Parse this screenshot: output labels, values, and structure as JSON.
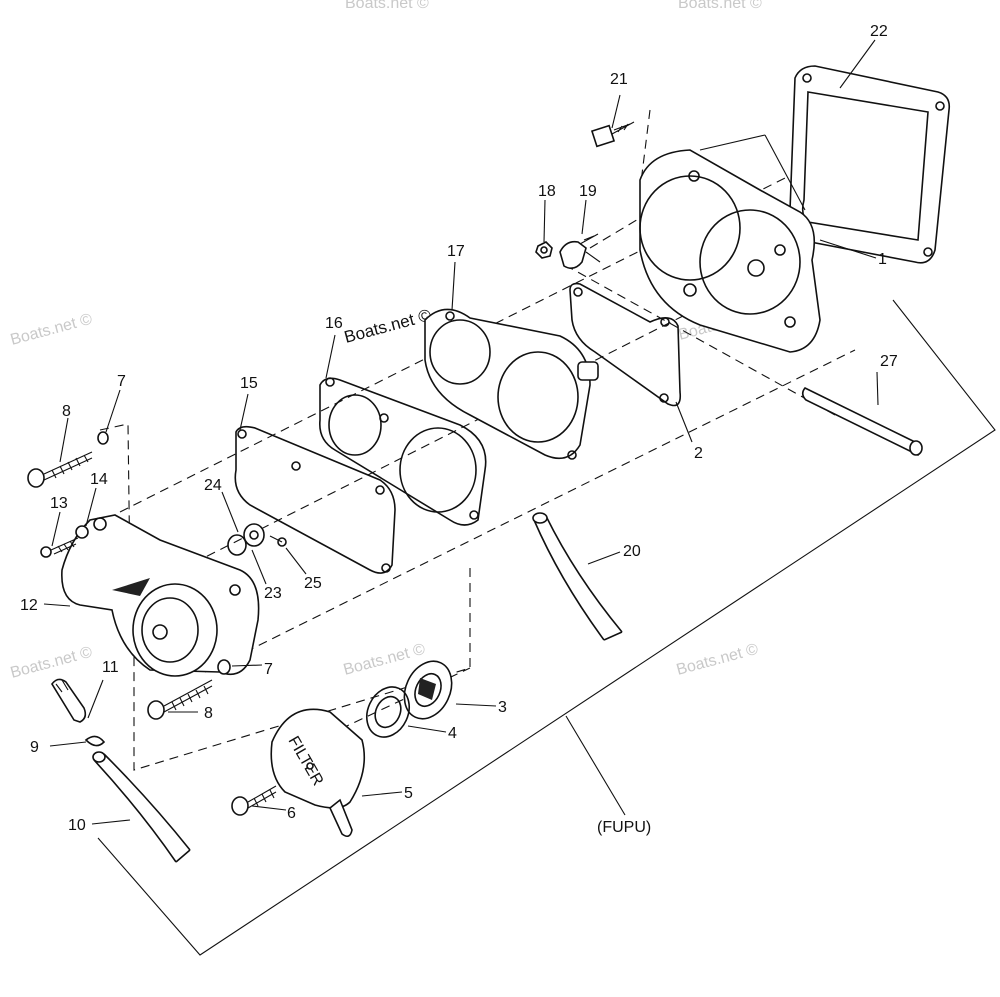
{
  "watermark": "Boats.net ©",
  "assembly_label": "(FUPU)",
  "filter_text": "FILTER",
  "callouts": {
    "c1": "1",
    "c2": "2",
    "c3": "3",
    "c4": "4",
    "c5": "5",
    "c6": "6",
    "c7a": "7",
    "c7b": "7",
    "c8a": "8",
    "c8b": "8",
    "c9": "9",
    "c10": "10",
    "c11": "11",
    "c12": "12",
    "c13": "13",
    "c14": "14",
    "c15": "15",
    "c16": "16",
    "c17": "17",
    "c18": "18",
    "c19": "19",
    "c20": "20",
    "c21": "21",
    "c22": "22",
    "c23": "23",
    "c24": "24",
    "c25": "25",
    "c27": "27"
  }
}
